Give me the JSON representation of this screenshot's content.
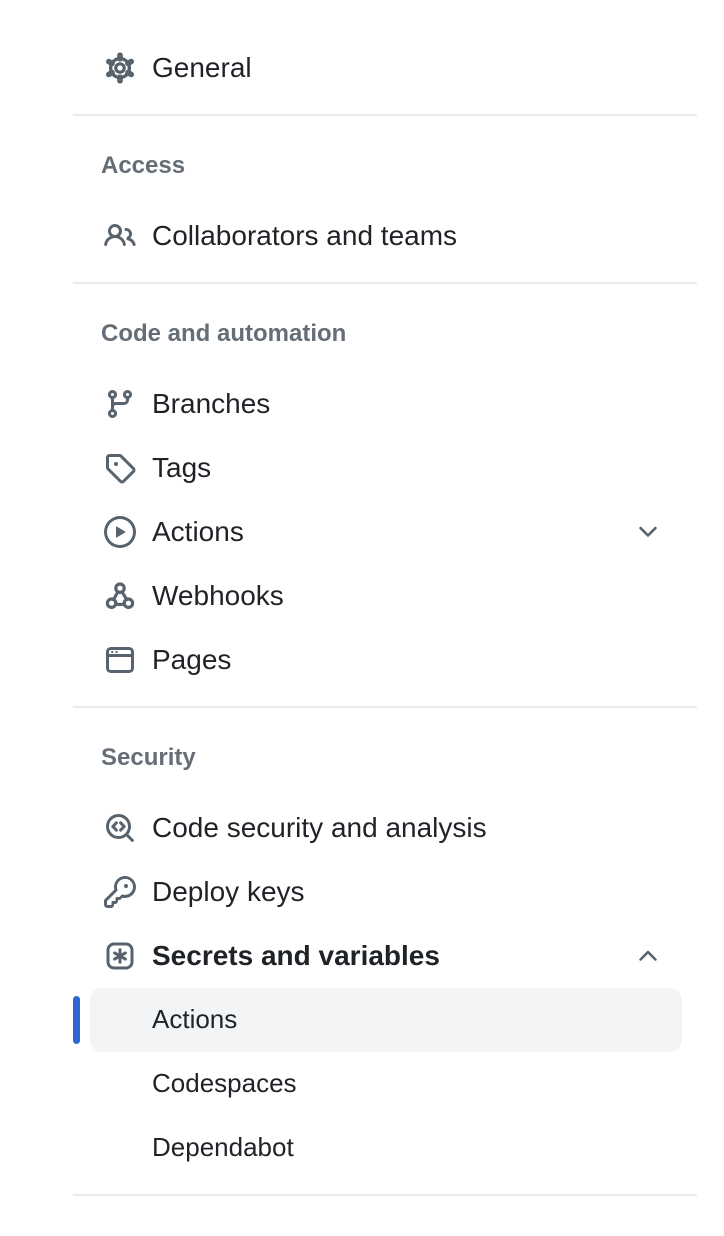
{
  "colors": {
    "accent": "#2f66d4",
    "text": "#1f2328",
    "muted": "#656d76",
    "icon": "#59636e",
    "divider": "#e7ebee",
    "selected-bg": "#f3f4f6"
  },
  "sidebar": {
    "sections": [
      {
        "items": [
          {
            "label": "General",
            "icon": "gear"
          }
        ]
      },
      {
        "header": "Access",
        "items": [
          {
            "label": "Collaborators and teams",
            "icon": "people"
          }
        ]
      },
      {
        "header": "Code and automation",
        "items": [
          {
            "label": "Branches",
            "icon": "git-branch"
          },
          {
            "label": "Tags",
            "icon": "tag"
          },
          {
            "label": "Actions",
            "icon": "play",
            "chevron": "down",
            "expanded": false
          },
          {
            "label": "Webhooks",
            "icon": "webhook"
          },
          {
            "label": "Pages",
            "icon": "browser"
          }
        ]
      },
      {
        "header": "Security",
        "items": [
          {
            "label": "Code security and analysis",
            "icon": "codescan"
          },
          {
            "label": "Deploy keys",
            "icon": "key"
          },
          {
            "label": "Secrets and variables",
            "icon": "asterisk-box",
            "chevron": "up",
            "expanded": true,
            "subitems": [
              {
                "label": "Actions",
                "selected": true
              },
              {
                "label": "Codespaces",
                "selected": false
              },
              {
                "label": "Dependabot",
                "selected": false
              }
            ]
          }
        ]
      }
    ]
  }
}
